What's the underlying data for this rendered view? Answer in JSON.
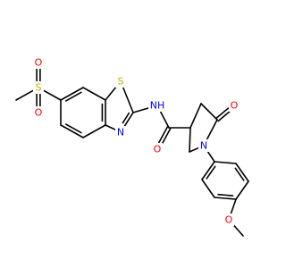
{
  "colors": {
    "bond": "#000000",
    "carbon": "#000000",
    "oxygen": "#ff0000",
    "nitrogen": "#0000ff",
    "sulfur": "#b8b800"
  },
  "atoms": [
    {
      "id": "a-methyl-c",
      "label": "",
      "el": "C"
    },
    {
      "id": "a-sulfonyl-s",
      "label": "S",
      "el": "S"
    },
    {
      "id": "a-sulfonyl-o1",
      "label": "O",
      "el": "O"
    },
    {
      "id": "a-sulfonyl-o2",
      "label": "O",
      "el": "O"
    },
    {
      "id": "a-bz-c1",
      "label": "",
      "el": "C"
    },
    {
      "id": "a-bz-c2",
      "label": "",
      "el": "C"
    },
    {
      "id": "a-bz-c3",
      "label": "",
      "el": "C"
    },
    {
      "id": "a-bz-c4",
      "label": "",
      "el": "C"
    },
    {
      "id": "a-bz-c5",
      "label": "",
      "el": "C"
    },
    {
      "id": "a-bz-c6",
      "label": "",
      "el": "C"
    },
    {
      "id": "a-thiazole-s",
      "label": "S",
      "el": "S"
    },
    {
      "id": "a-thiazole-c2",
      "label": "",
      "el": "C"
    },
    {
      "id": "a-thiazole-n",
      "label": "N",
      "el": "N"
    },
    {
      "id": "a-amide-n",
      "label": "NH",
      "el": "N"
    },
    {
      "id": "a-amide-c",
      "label": "",
      "el": "C"
    },
    {
      "id": "a-amide-o",
      "label": "O",
      "el": "O"
    },
    {
      "id": "a-pyr-c3",
      "label": "",
      "el": "C"
    },
    {
      "id": "a-pyr-c4",
      "label": "",
      "el": "C"
    },
    {
      "id": "a-pyr-c5",
      "label": "",
      "el": "C"
    },
    {
      "id": "a-pyr-o",
      "label": "O",
      "el": "O"
    },
    {
      "id": "a-pyr-n",
      "label": "N",
      "el": "N"
    },
    {
      "id": "a-pyr-c2",
      "label": "",
      "el": "C"
    },
    {
      "id": "a-ph-c1",
      "label": "",
      "el": "C"
    },
    {
      "id": "a-ph-c2",
      "label": "",
      "el": "C"
    },
    {
      "id": "a-ph-c3",
      "label": "",
      "el": "C"
    },
    {
      "id": "a-ph-c4",
      "label": "",
      "el": "C"
    },
    {
      "id": "a-ph-c5",
      "label": "",
      "el": "C"
    },
    {
      "id": "a-ph-c6",
      "label": "",
      "el": "C"
    },
    {
      "id": "a-ether-o",
      "label": "O",
      "el": "O"
    },
    {
      "id": "a-ether-ch3",
      "label": "",
      "el": "C"
    }
  ]
}
